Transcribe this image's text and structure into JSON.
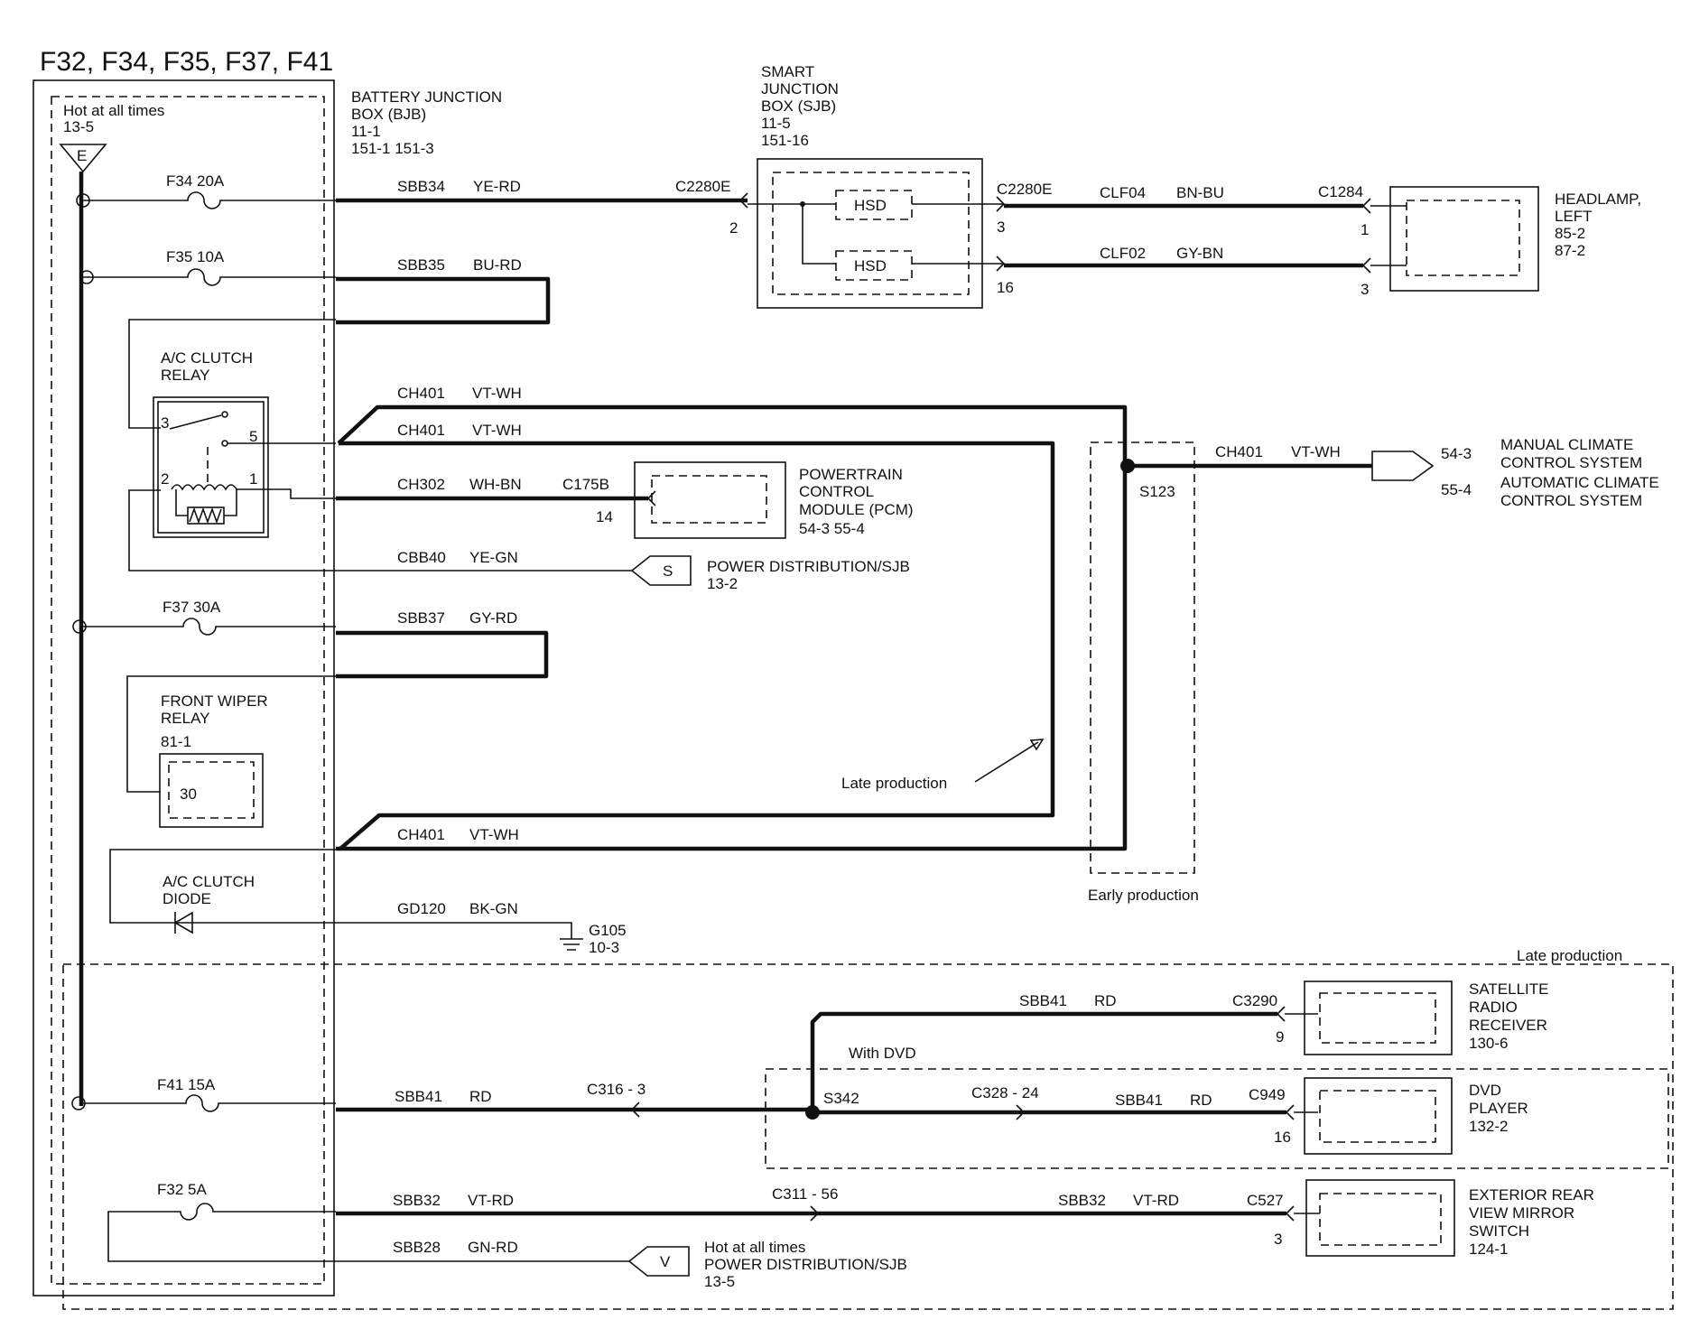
{
  "title": "F32, F34, F35, F37, F41",
  "bjb": {
    "hot_label": "Hot at all times",
    "hot_ref": "13-5",
    "fuse_letter": "E",
    "name_1": "BATTERY  JUNCTION",
    "name_2": "BOX (BJB)",
    "ref_1": "11-1",
    "ref_2": "151-1     151-3"
  },
  "fuses": {
    "f34": "F34   20A",
    "f35": "F35   10A",
    "f37": "F37   30A",
    "f41": "F41   15A",
    "f32": "F32   5A"
  },
  "wires": {
    "sbb34": {
      "circuit": "SBB34",
      "color": "YE-RD"
    },
    "sbb35": {
      "circuit": "SBB35",
      "color": "BU-RD"
    },
    "ch401_a": {
      "circuit": "CH401",
      "color": "VT-WH"
    },
    "ch401_b": {
      "circuit": "CH401",
      "color": "VT-WH"
    },
    "ch302": {
      "circuit": "CH302",
      "color": "WH-BN"
    },
    "cbb40": {
      "circuit": "CBB40",
      "color": "YE-GN"
    },
    "sbb37": {
      "circuit": "SBB37",
      "color": "GY-RD"
    },
    "ch401_c": {
      "circuit": "CH401",
      "color": "VT-WH"
    },
    "gd120": {
      "circuit": "GD120",
      "color": "BK-GN"
    },
    "sbb41_main": {
      "circuit": "SBB41",
      "color": "RD"
    },
    "sbb41_sat": {
      "circuit": "SBB41",
      "color": "RD"
    },
    "sbb41_dvd": {
      "circuit": "SBB41",
      "color": "RD"
    },
    "sbb32_a": {
      "circuit": "SBB32",
      "color": "VT-RD"
    },
    "sbb32_b": {
      "circuit": "SBB32",
      "color": "VT-RD"
    },
    "sbb28": {
      "circuit": "SBB28",
      "color": "GN-RD"
    },
    "clf04": {
      "circuit": "CLF04",
      "color": "BN-BU"
    },
    "clf02": {
      "circuit": "CLF02",
      "color": "GY-BN"
    },
    "ch401_out": {
      "circuit": "CH401",
      "color": "VT-WH"
    }
  },
  "ac_relay": {
    "name_1": "A/C CLUTCH",
    "name_2": "RELAY",
    "pin3": "3",
    "pin5": "5",
    "pin2": "2",
    "pin1": "1"
  },
  "wiper_relay": {
    "name_1": "FRONT WIPER",
    "name_2": "RELAY",
    "ref": "81-1",
    "pin": "30"
  },
  "diode": {
    "name_1": "A/C CLUTCH",
    "name_2": "DIODE"
  },
  "sjb": {
    "name_1": "SMART",
    "name_2": "JUNCTION",
    "name_3": "BOX (SJB)",
    "ref_1": "11-5",
    "ref_2": "151-16",
    "hsd": "HSD",
    "conn_in": "C2280E",
    "conn_in_pin": "2",
    "conn_out": "C2280E",
    "pin_out_1": "3",
    "pin_out_2": "16"
  },
  "headlamp": {
    "connector": "C1284",
    "pin_1": "1",
    "pin_2": "3",
    "name_1": "HEADLAMP,",
    "name_2": "LEFT",
    "ref_1": "85-2",
    "ref_2": "87-2"
  },
  "pcm": {
    "connector": "C175B",
    "pin": "14",
    "name_1": "POWERTRAIN",
    "name_2": "CONTROL",
    "name_3": "MODULE (PCM)",
    "ref": "54-3     55-4"
  },
  "power_s": {
    "letter": "S",
    "name": "POWER DISTRIBUTION/SJB",
    "ref": "13-2"
  },
  "splice_s123": "S123",
  "climate": {
    "ref_1": "54-3",
    "ref_2": "55-4",
    "name_1": "MANUAL CLIMATE",
    "name_2": "CONTROL SYSTEM",
    "name_3": "AUTOMATIC CLIMATE",
    "name_4": "CONTROL SYSTEM"
  },
  "ground": {
    "name": "G105",
    "ref": "10-3"
  },
  "labels": {
    "late_production": "Late production",
    "early_production": "Early production",
    "late_production_2": "Late production",
    "with_dvd": "With DVD"
  },
  "connectors": {
    "c316": "C316   -   3",
    "c328": "C328   -   24",
    "c311": "C311   -   56",
    "s342": "S342"
  },
  "satellite": {
    "connector": "C3290",
    "pin": "9",
    "name_1": "SATELLITE",
    "name_2": "RADIO",
    "name_3": "RECEIVER",
    "ref": "130-6"
  },
  "dvd": {
    "connector": "C949",
    "pin": "16",
    "name_1": "DVD",
    "name_2": "PLAYER",
    "ref": "132-2"
  },
  "mirror": {
    "connector": "C527",
    "pin": "3",
    "name_1": "EXTERIOR REAR",
    "name_2": "VIEW MIRROR",
    "name_3": "SWITCH",
    "ref": "124-1"
  },
  "power_v": {
    "letter": "V",
    "hot_label": "Hot at all times",
    "name": "POWER DISTRIBUTION/SJB",
    "ref": "13-5"
  }
}
